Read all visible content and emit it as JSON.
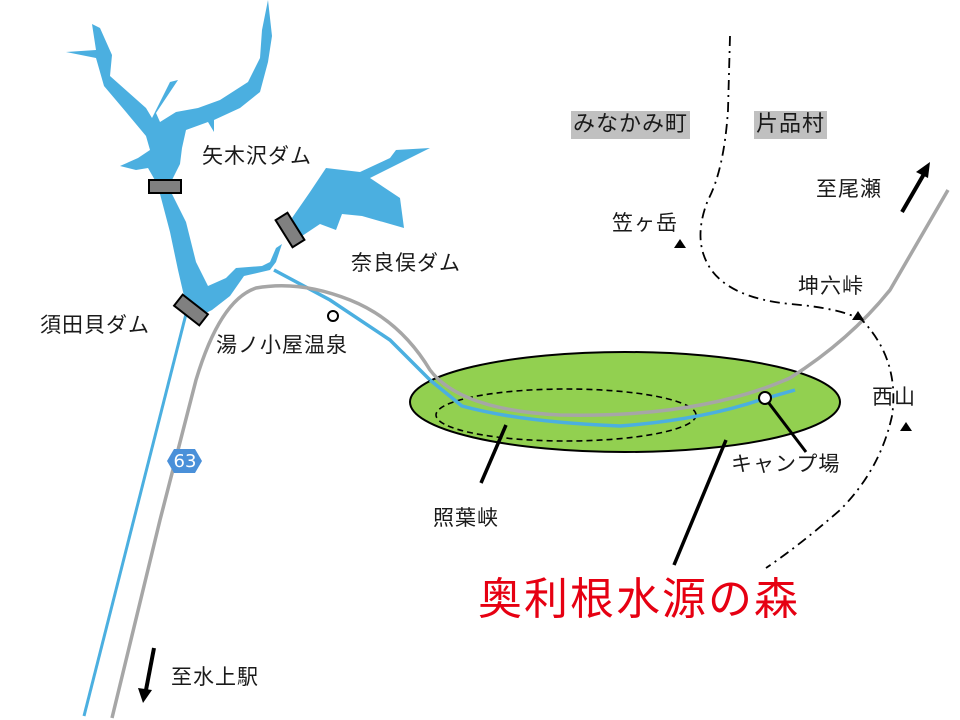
{
  "map": {
    "title": "奥利根水源の森",
    "colors": {
      "water": "#4bafe0",
      "road": "#a6a6a6",
      "forest": "#92d050",
      "dam": "#808080",
      "title": "#e60012",
      "route_badge": "#4a90d9",
      "municipality_bg": "#c0c0c0"
    },
    "municipalities": [
      {
        "label": "みなかみ町"
      },
      {
        "label": "片品村"
      }
    ],
    "dams": [
      {
        "label": "矢木沢ダム"
      },
      {
        "label": "奈良俣ダム"
      },
      {
        "label": "須田貝ダム"
      }
    ],
    "places": {
      "hot_spring": "湯ノ小屋温泉",
      "gorge": "照葉峡",
      "campground": "キャンプ場"
    },
    "peaks": [
      {
        "label": "笠ヶ岳",
        "symbol": "▲"
      },
      {
        "label": "坤六峠",
        "symbol": "▲"
      },
      {
        "label": "西山",
        "symbol": "▲"
      }
    ],
    "directions": {
      "to_oze": "至尾瀬",
      "to_minakami_station": "至水上駅"
    },
    "route_number": "63"
  }
}
